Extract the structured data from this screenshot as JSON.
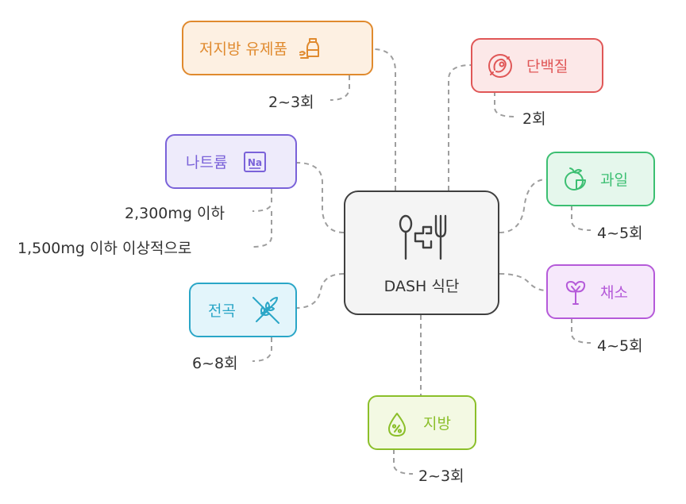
{
  "center": {
    "label": "DASH 식단",
    "icon": "utensils-medical-icon"
  },
  "nodes": {
    "lowfat_dairy": {
      "label": "저지방 유제품",
      "icon": "milk-bottle-icon",
      "note": "2~3회",
      "color": "#e08a2e"
    },
    "sodium": {
      "label": "나트륨",
      "icon": "sodium-na-icon",
      "notes": [
        "2,300mg 이하",
        "1,500mg 이하 이상적으로"
      ],
      "color": "#7a62d9"
    },
    "grains": {
      "label": "전곡",
      "icon": "no-wheat-icon",
      "note": "6~8회",
      "color": "#2aa6c7"
    },
    "fat": {
      "label": "지방",
      "icon": "fat-drop-icon",
      "note": "2~3회",
      "color": "#8bbf2a"
    },
    "protein": {
      "label": "단백질",
      "icon": "meat-icon",
      "note": "2회",
      "color": "#e05757"
    },
    "fruit": {
      "label": "과일",
      "icon": "citrus-icon",
      "note": "4~5회",
      "color": "#3cbf72"
    },
    "vegetable": {
      "label": "채소",
      "icon": "vegetable-icon",
      "note": "4~5회",
      "color": "#b55ad9"
    }
  }
}
